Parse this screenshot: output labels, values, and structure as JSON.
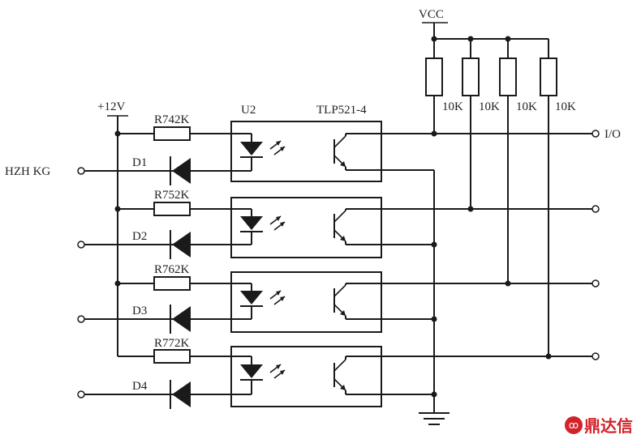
{
  "labels": {
    "vcc": "VCC",
    "v12": "+12V",
    "u2": "U2",
    "part": "TLP521-4",
    "io": "I/O",
    "input0": "HZH KG",
    "pullups": [
      "10K",
      "10K",
      "10K",
      "10K"
    ],
    "channels": [
      {
        "resistor": "R742K",
        "diode": "D1"
      },
      {
        "resistor": "R752K",
        "diode": "D2"
      },
      {
        "resistor": "R762K",
        "diode": "D3"
      },
      {
        "resistor": "R772K",
        "diode": "D4"
      }
    ]
  },
  "watermark": {
    "badge": "ꝏ",
    "text": "鼎达信",
    "color": "#d2232a"
  }
}
